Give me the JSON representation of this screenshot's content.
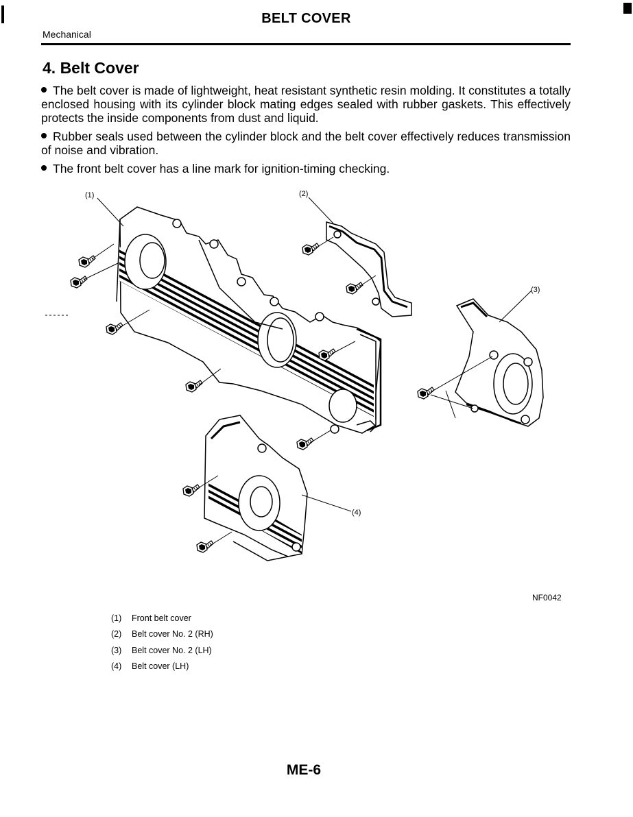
{
  "header": {
    "title": "BELT COVER",
    "section": "Mechanical"
  },
  "heading": "4. Belt Cover",
  "paragraphs": [
    "The belt cover is made of lightweight, heat resistant synthetic resin molding. It constitutes a totally enclosed housing with its cylinder block mating edges sealed with rubber gaskets. This effectively protects the inside components from dust and liquid.",
    "Rubber seals used between the cylinder block and the belt cover effectively reduces transmission of noise and vibration.",
    "The front belt cover has a line mark for ignition-timing checking."
  ],
  "figure": {
    "callouts": [
      "(1)",
      "(2)",
      "(3)",
      "(4)"
    ],
    "code": "NF0042"
  },
  "legend": [
    {
      "num": "(1)",
      "label": "Front belt cover"
    },
    {
      "num": "(2)",
      "label": "Belt cover No. 2 (RH)"
    },
    {
      "num": "(3)",
      "label": "Belt cover No. 2 (LH)"
    },
    {
      "num": "(4)",
      "label": "Belt cover (LH)"
    }
  ],
  "footer": {
    "page": "ME-6"
  }
}
